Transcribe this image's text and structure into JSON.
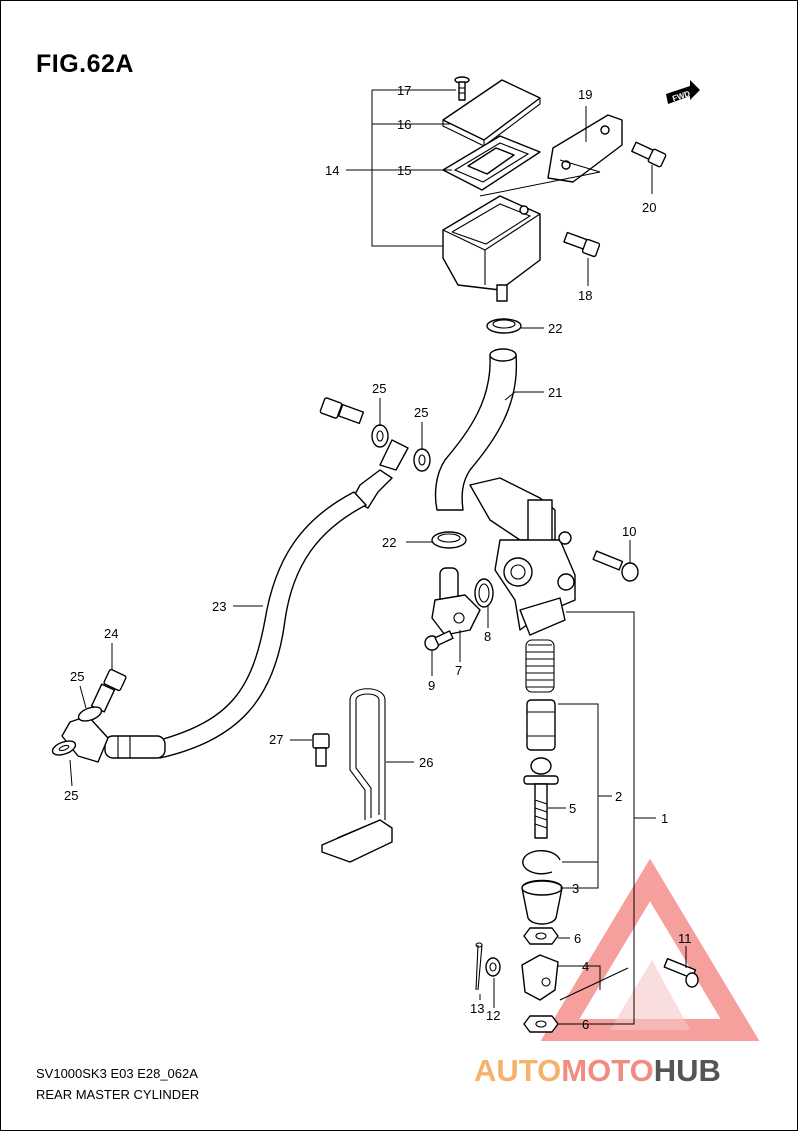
{
  "header": {
    "figure_title": "FIG.62A"
  },
  "footer": {
    "model_code": "SV1000SK3 E03 E28_062A",
    "diagram_title": "REAR MASTER CYLINDER"
  },
  "fwd_badge": "FWD",
  "callouts": [
    {
      "id": "c17",
      "label": "17"
    },
    {
      "id": "c16",
      "label": "16"
    },
    {
      "id": "c14",
      "label": "14"
    },
    {
      "id": "c15",
      "label": "15"
    },
    {
      "id": "c19",
      "label": "19"
    },
    {
      "id": "c20",
      "label": "20"
    },
    {
      "id": "c18",
      "label": "18"
    },
    {
      "id": "c22a",
      "label": "22"
    },
    {
      "id": "c21",
      "label": "21"
    },
    {
      "id": "c25a",
      "label": "25"
    },
    {
      "id": "c25b",
      "label": "25"
    },
    {
      "id": "c10",
      "label": "10"
    },
    {
      "id": "c22b",
      "label": "22"
    },
    {
      "id": "c23",
      "label": "23"
    },
    {
      "id": "c8",
      "label": "8"
    },
    {
      "id": "c24",
      "label": "24"
    },
    {
      "id": "c9",
      "label": "9"
    },
    {
      "id": "c7",
      "label": "7"
    },
    {
      "id": "c25c",
      "label": "25"
    },
    {
      "id": "c27",
      "label": "27"
    },
    {
      "id": "c26",
      "label": "26"
    },
    {
      "id": "c25d",
      "label": "25"
    },
    {
      "id": "c5",
      "label": "5"
    },
    {
      "id": "c2",
      "label": "2"
    },
    {
      "id": "c1",
      "label": "1"
    },
    {
      "id": "c3",
      "label": "3"
    },
    {
      "id": "c6a",
      "label": "6"
    },
    {
      "id": "c11",
      "label": "11"
    },
    {
      "id": "c4",
      "label": "4"
    },
    {
      "id": "c13",
      "label": "13"
    },
    {
      "id": "c12",
      "label": "12"
    },
    {
      "id": "c6b",
      "label": "6"
    }
  ],
  "watermark": {
    "text_a": "AUTO",
    "text_b": "MOTO",
    "text_c": "HUB",
    "color_primary": "#f28b82",
    "color_secondary": "#f6b26b",
    "color_dark": "#555555"
  }
}
